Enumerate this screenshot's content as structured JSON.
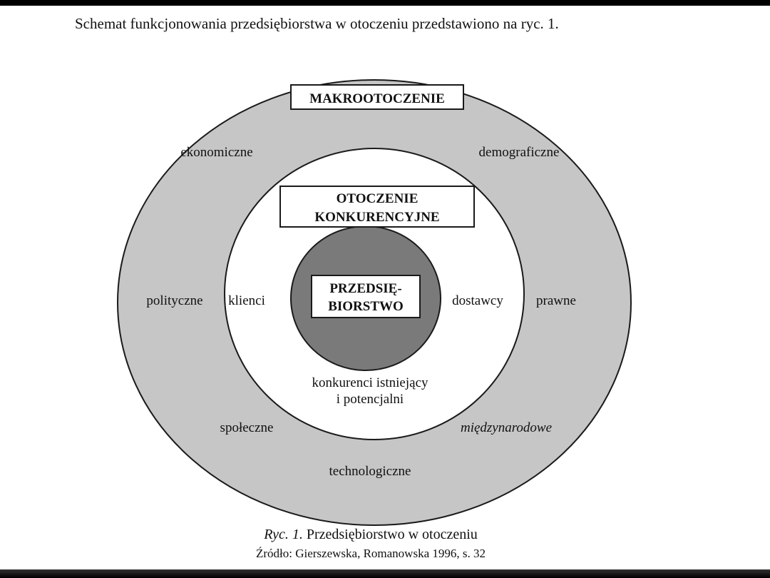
{
  "intro": "Schemat funkcjonowania przedsiębiorstwa w otoczeniu przedstawiono na ryc. 1.",
  "macro": {
    "title": "MAKROOTOCZENIE",
    "factors": {
      "economic": "ekonomiczne",
      "demographic": "demograficzne",
      "political": "polityczne",
      "legal": "prawne",
      "social": "społeczne",
      "international": "międzynarodowe",
      "technological": "technologiczne"
    }
  },
  "competitive": {
    "title_line1": "OTOCZENIE",
    "title_line2": "KONKURENCYJNE",
    "clients": "klienci",
    "suppliers": "dostawcy",
    "competitors_line1": "konkurenci istniejący",
    "competitors_line2": "i potencjalni"
  },
  "enterprise": {
    "title_line1": "PRZEDSIĘ-",
    "title_line2": "BIORSTWO"
  },
  "caption": {
    "fig_label": "Ryc. 1.",
    "fig_text": "Przedsiębiorstwo w otoczeniu",
    "source": "Źródło: Gierszewska, Romanowska 1996, s. 32"
  },
  "colors": {
    "outer_ring": "#c6c6c6",
    "middle_ring": "#ffffff",
    "core": "#7a7a7a",
    "stroke": "#1a1a1a"
  }
}
